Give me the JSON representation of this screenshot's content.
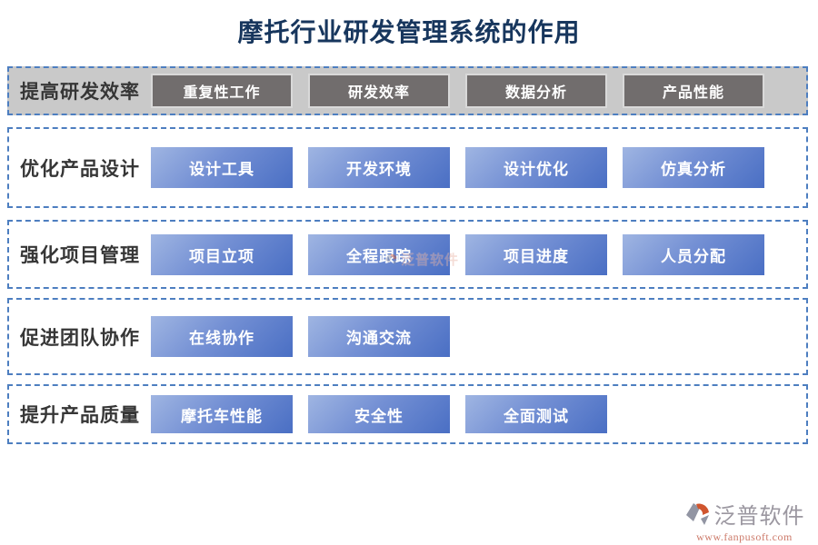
{
  "title": "摩托行业研发管理系统的作用",
  "rows": [
    {
      "label": "提高研发效率",
      "style": "gray",
      "buttons": [
        "重复性工作",
        "研发效率",
        "数据分析",
        "产品性能"
      ]
    },
    {
      "label": "优化产品设计",
      "style": "blue",
      "buttons": [
        "设计工具",
        "开发环境",
        "设计优化",
        "仿真分析"
      ]
    },
    {
      "label": "强化项目管理",
      "style": "blue",
      "buttons": [
        "项目立项",
        "全程跟踪",
        "项目进度",
        "人员分配"
      ]
    },
    {
      "label": "促进团队协作",
      "style": "blue",
      "buttons": [
        "在线协作",
        "沟通交流"
      ]
    },
    {
      "label": "提升产品质量",
      "style": "blue",
      "buttons": [
        "摩托车性能",
        "安全性",
        "全面测试"
      ]
    }
  ],
  "watermark": {
    "text": "泛普软件"
  },
  "footer": {
    "brand": "泛普软件",
    "url": "www.fanpusoft.com"
  },
  "colors": {
    "title": "#17365d",
    "dashed_border": "#4d7ec0",
    "row1_background": "#c9c9c9",
    "gray_button": "#716d6d",
    "gray_button_border": "#d9d9d9",
    "blue_button_gradient_start": "#9fb5e2",
    "blue_button_gradient_end": "#4a6fc4",
    "button_text": "#ffffff",
    "label_text": "#363636",
    "brand_gray": "#9295a3",
    "brand_orange": "#d0552e",
    "brand_name_text": "#9b97a0",
    "brand_url_text": "#cd7b6b"
  }
}
